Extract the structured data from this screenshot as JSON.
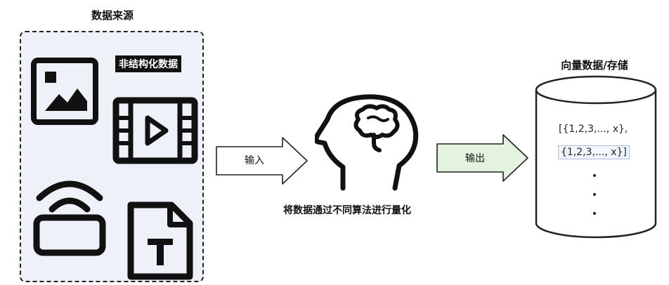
{
  "source": {
    "title": "数据来源",
    "unstructured_label": "非结构化数据",
    "icons": [
      "image-icon",
      "video-icon",
      "audio-signal-icon",
      "text-file-icon"
    ]
  },
  "input_arrow": {
    "label": "输入"
  },
  "process": {
    "caption": "将数据通过不同算法进行量化",
    "icon": "brain-head-icon"
  },
  "output_arrow": {
    "label": "输出",
    "fill": "#e3f3df"
  },
  "storage": {
    "title": "向量数据/存储",
    "line1": "[{1,2,3,..., x},",
    "line2": "{1,2,3,..., x}]",
    "icon": "database-cylinder-icon"
  }
}
